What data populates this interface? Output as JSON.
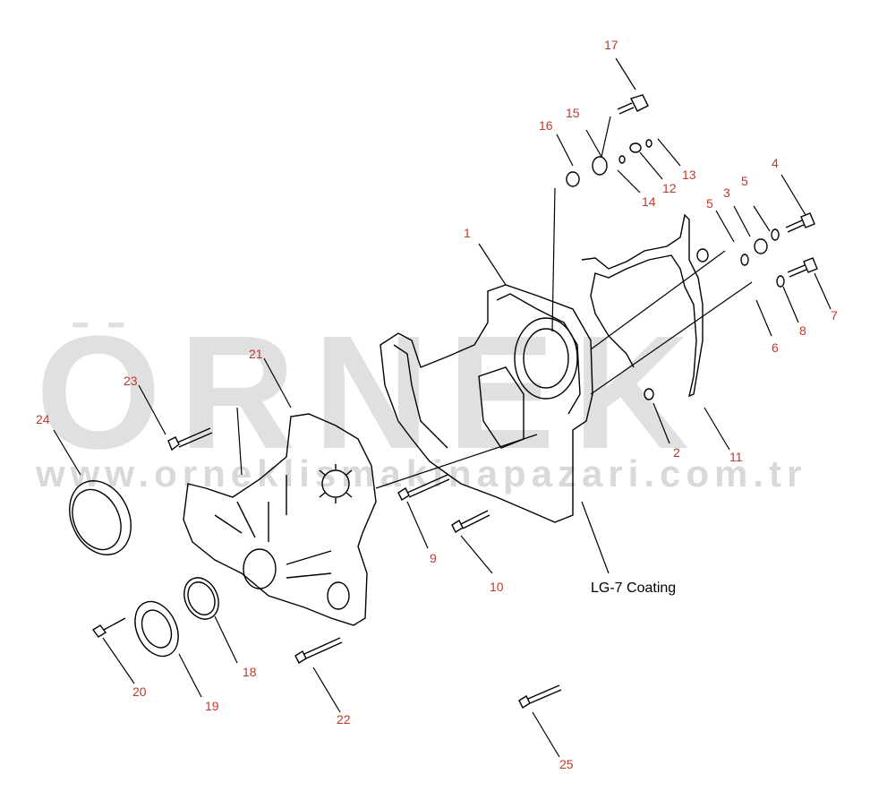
{
  "watermark": {
    "brand": "ÖRNEK",
    "url": "www.orneklismakinapazari.com.tr",
    "accent_color": "#f5e6a0",
    "text_color": "#d9d9d9"
  },
  "annotation": "LG-7 Coating",
  "label_color": "#c0392b",
  "callouts": [
    {
      "id": "c1",
      "text": "1"
    },
    {
      "id": "c2",
      "text": "2"
    },
    {
      "id": "c3",
      "text": "3"
    },
    {
      "id": "c4",
      "text": "4"
    },
    {
      "id": "c5a",
      "text": "5"
    },
    {
      "id": "c5b",
      "text": "5"
    },
    {
      "id": "c6",
      "text": "6"
    },
    {
      "id": "c7",
      "text": "7"
    },
    {
      "id": "c8",
      "text": "8"
    },
    {
      "id": "c9",
      "text": "9"
    },
    {
      "id": "c10",
      "text": "10"
    },
    {
      "id": "c11",
      "text": "11"
    },
    {
      "id": "c12",
      "text": "12"
    },
    {
      "id": "c13",
      "text": "13"
    },
    {
      "id": "c14",
      "text": "14"
    },
    {
      "id": "c15",
      "text": "15"
    },
    {
      "id": "c16",
      "text": "16"
    },
    {
      "id": "c17",
      "text": "17"
    },
    {
      "id": "c18",
      "text": "18"
    },
    {
      "id": "c19",
      "text": "19"
    },
    {
      "id": "c20",
      "text": "20"
    },
    {
      "id": "c21",
      "text": "21"
    },
    {
      "id": "c22",
      "text": "22"
    },
    {
      "id": "c23",
      "text": "23"
    },
    {
      "id": "c24",
      "text": "24"
    },
    {
      "id": "c25",
      "text": "25"
    }
  ]
}
